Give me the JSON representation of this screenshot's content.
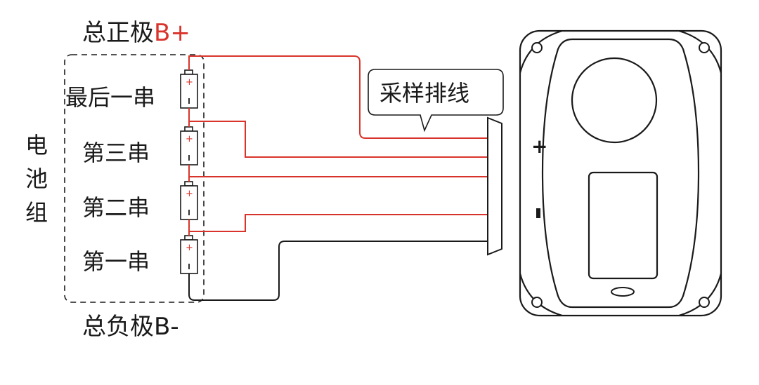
{
  "labels": {
    "total_positive_cn": "总正极",
    "total_positive_code": "B+",
    "total_negative_cn": "总负极",
    "total_negative_code": "B-",
    "battery_pack": [
      "电",
      "池",
      "组"
    ],
    "cells": [
      "最后一串",
      "第三串",
      "第二串",
      "第一串"
    ],
    "sampling_harness": "采样排线",
    "terminal_plus": "+",
    "terminal_minus": "-",
    "cell_plus_mark": "+"
  },
  "colors": {
    "sense_wire": "#d9342b",
    "ground_wire": "#1a1a1a",
    "positive_label": "#d9342b",
    "outline": "#1a1a1a"
  }
}
